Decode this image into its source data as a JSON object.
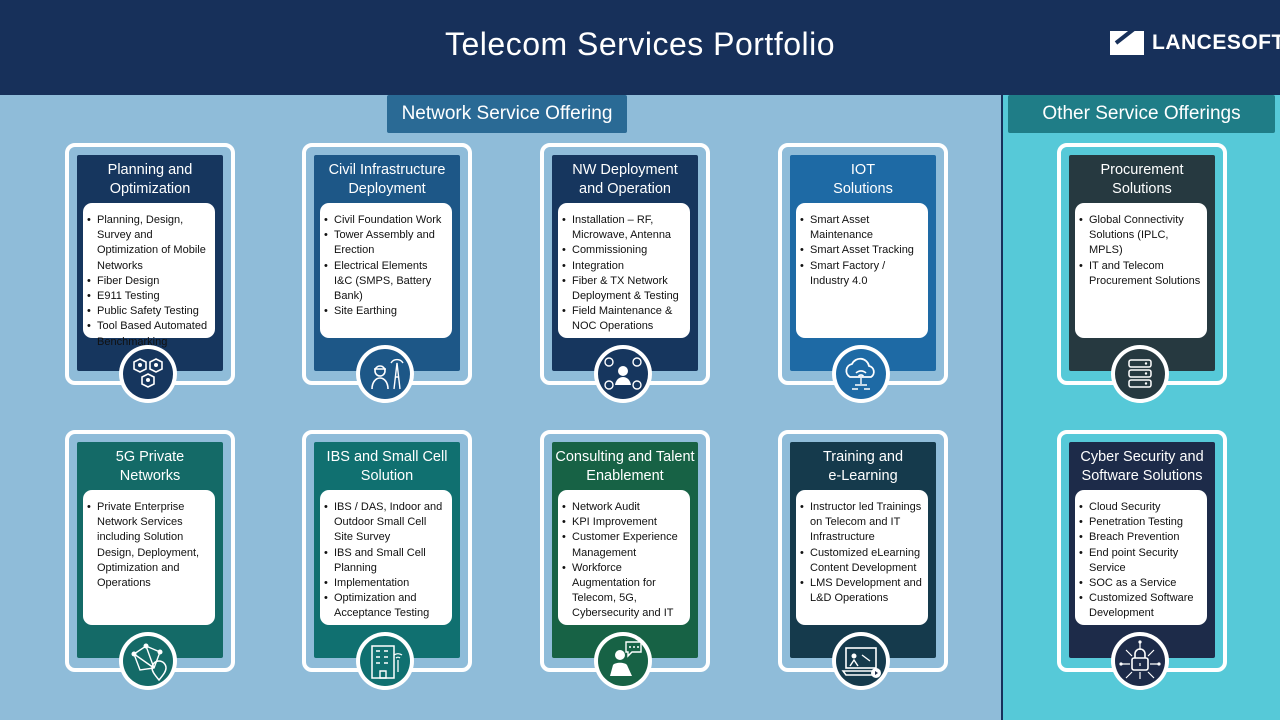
{
  "header": {
    "title": "Telecom Services Portfolio",
    "logo_text": "LANCESOFT"
  },
  "sections": {
    "network": "Network Service Offering",
    "other": "Other Service Offerings"
  },
  "colors": {
    "header": "#17305a",
    "left_bg": "#8fbcd9",
    "right_bg": "#56c9d8"
  },
  "cards": [
    {
      "title": "Planning and\nOptimization",
      "color": "#16365e",
      "icon": "hexagon-network-icon",
      "items": [
        "Planning, Design, Survey and Optimization of Mobile Networks",
        "Fiber Design",
        "E911 Testing",
        "Public Safety Testing",
        "Tool Based Automated Benchmarking"
      ]
    },
    {
      "title": "Civil Infrastructure\nDeployment",
      "color": "#1d5787",
      "icon": "engineer-tower-icon",
      "items": [
        "Civil Foundation Work",
        "Tower Assembly and Erection",
        "Electrical Elements I&C (SMPS, Battery Bank)",
        "Site Earthing"
      ]
    },
    {
      "title": "NW Deployment\nand Operation",
      "color": "#16365e",
      "icon": "operator-hub-icon",
      "items": [
        "Installation – RF, Microwave, Antenna",
        "Commissioning",
        "Integration",
        "Fiber & TX Network Deployment & Testing",
        "Field Maintenance & NOC Operations"
      ]
    },
    {
      "title": "IOT\nSolutions",
      "color": "#1e6aa5",
      "icon": "cloud-wifi-icon",
      "items": [
        "Smart Asset Maintenance",
        "Smart Asset Tracking",
        "Smart Factory / Industry 4.0"
      ]
    },
    {
      "title": "Procurement\nSolutions",
      "color": "#263940",
      "icon": "server-stack-icon",
      "items": [
        "Global Connectivity Solutions (IPLC, MPLS)",
        "IT and Telecom Procurement Solutions"
      ]
    },
    {
      "title": "5G Private\nNetworks",
      "color": "#146a67",
      "icon": "network-location-icon",
      "items": [
        "Private Enterprise Network Services including Solution Design, Deployment, Optimization and Operations"
      ]
    },
    {
      "title": "IBS and Small Cell\nSolution",
      "color": "#107070",
      "icon": "building-antenna-icon",
      "items": [
        "IBS / DAS, Indoor and Outdoor Small Cell Site Survey",
        "IBS and Small Cell Planning",
        "Implementation",
        "Optimization and Acceptance Testing"
      ]
    },
    {
      "title": "Consulting and Talent\nEnablement",
      "color": "#176245",
      "icon": "consultant-chat-icon",
      "items": [
        "Network Audit",
        "KPI Improvement",
        "Customer Experience Management",
        "Workforce Augmentation for Telecom, 5G, Cybersecurity and IT"
      ]
    },
    {
      "title": "Training  and\ne-Learning",
      "color": "#153a4c",
      "icon": "elearning-screen-icon",
      "items": [
        "Instructor led Trainings on Telecom and IT Infrastructure",
        "Customized eLearning Content Development",
        "LMS Development and L&D Operations"
      ]
    },
    {
      "title": "Cyber Security and\nSoftware Solutions",
      "color": "#1d2b49",
      "icon": "circuit-lock-icon",
      "items": [
        "Cloud Security",
        "Penetration Testing",
        "Breach Prevention",
        "End point Security Service",
        "SOC as a Service",
        "Customized  Software Development"
      ]
    }
  ]
}
